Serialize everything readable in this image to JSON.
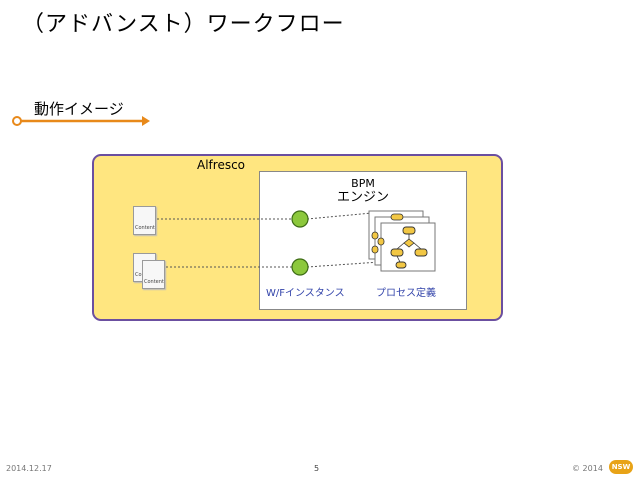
{
  "slide": {
    "title": "（アドバンスト）ワークフロー",
    "subtitle": "動作イメージ"
  },
  "diagram": {
    "alfresco_label": "Alfresco",
    "bpm_line1": "BPM",
    "bpm_line2": "エンジン",
    "doc_label": "Content",
    "doc_label_partial": "Co",
    "wf_caption": "W/Fインスタンス",
    "process_caption": "プロセス定義"
  },
  "colors": {
    "alfresco_fill": "#ffe680",
    "alfresco_border": "#6b4fa0",
    "accent_orange": "#e8891a",
    "node_green": "#8cc83c"
  },
  "footer": {
    "date": "2014.12.17",
    "page": "5",
    "copyright": "© 2014",
    "logo": "NSW"
  }
}
